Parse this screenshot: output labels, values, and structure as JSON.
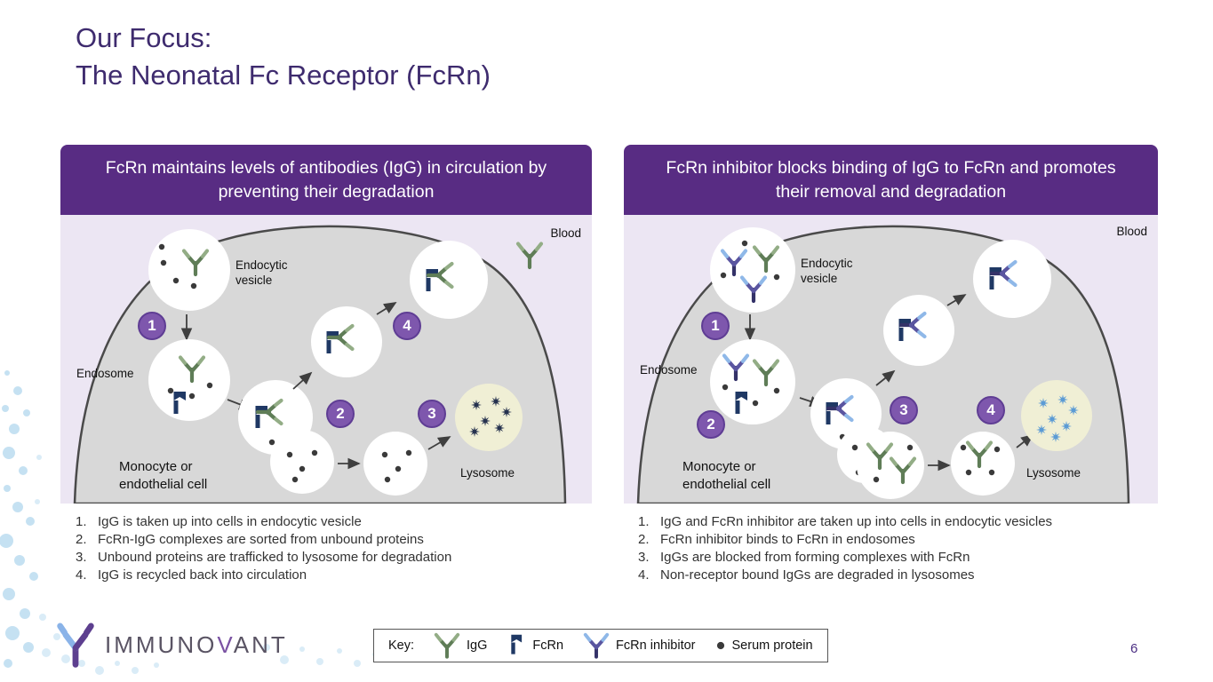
{
  "slide": {
    "title_line1": "Our Focus:",
    "title_line2": "The Neonatal Fc Receptor (FcRn)",
    "page_number": "6"
  },
  "logo": {
    "wordmark_part1": "IMMUNO",
    "wordmark_part2": "V",
    "wordmark_part3": "ANT"
  },
  "key": {
    "label": "Key:",
    "items": [
      {
        "icon": "igg-icon",
        "label": "IgG"
      },
      {
        "icon": "fcrn-icon",
        "label": "FcRn"
      },
      {
        "icon": "fcrn-inhibitor-icon",
        "label": "FcRn inhibitor"
      },
      {
        "icon": "serum-protein-icon",
        "label": "Serum protein"
      }
    ]
  },
  "panels": [
    {
      "header": "FcRn maintains levels of antibodies (IgG) in circulation by preventing their degradation",
      "labels": {
        "blood": "Blood",
        "endocytic_line1": "Endocytic",
        "endocytic_line2": "vesicle",
        "endosome": "Endosome",
        "cell_line1": "Monocyte or",
        "cell_line2": "endothelial cell",
        "lysosome": "Lysosome"
      },
      "badges": [
        "1",
        "2",
        "3",
        "4"
      ],
      "steps": [
        {
          "n": "1.",
          "text": "IgG is taken up into cells in endocytic vesicle"
        },
        {
          "n": "2.",
          "text": "FcRn-IgG complexes are sorted from unbound proteins"
        },
        {
          "n": "3.",
          "text": "Unbound proteins are trafficked to lysosome for degradation"
        },
        {
          "n": "4.",
          "text": "IgG is recycled back into circulation"
        }
      ]
    },
    {
      "header": "FcRn inhibitor blocks binding of IgG to FcRn and promotes their removal and degradation",
      "labels": {
        "blood": "Blood",
        "endocytic_line1": "Endocytic",
        "endocytic_line2": "vesicle",
        "endosome": "Endosome",
        "cell_line1": "Monocyte or",
        "cell_line2": "endothelial cell",
        "lysosome": "Lysosome"
      },
      "badges": [
        "1",
        "2",
        "3",
        "4"
      ],
      "steps": [
        {
          "n": "1.",
          "text": "IgG and FcRn inhibitor are taken up into cells in endocytic vesicles"
        },
        {
          "n": "2.",
          "text": "FcRn inhibitor binds to FcRn in endosomes"
        },
        {
          "n": "3.",
          "text": "IgGs are blocked from forming complexes with FcRn"
        },
        {
          "n": "4.",
          "text": "Non-receptor bound IgGs are degraded in lysosomes"
        }
      ]
    }
  ],
  "colors": {
    "title_purple": "#3e2b6e",
    "header_purple": "#582c83",
    "badge_purple": "#7e57ad",
    "diagram_lavender": "#ece6f3",
    "cell_gray": "#d8d8d8",
    "igg_green": "#5f7d57",
    "fcrn_navy": "#1f3864",
    "inhibitor_indigo": "#3d3b75",
    "inhibitor_blue": "#8fb8e8",
    "lysosome_fill": "#f0efd5",
    "lysosome_star_dark": "#26324f",
    "lysosome_star_blue": "#5b9bd5",
    "page_number_purple": "#4b2e83"
  }
}
